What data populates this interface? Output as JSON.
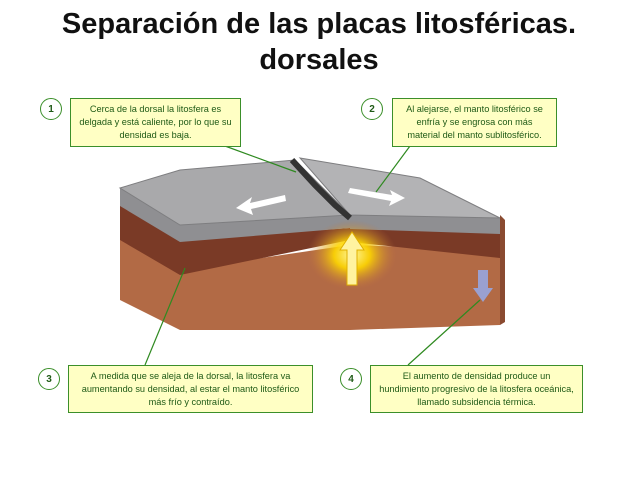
{
  "title": {
    "line1": "Separación de las placas litosféricas.",
    "line2": "dorsales"
  },
  "callouts": [
    {
      "number": "1",
      "text": "Cerca de la dorsal la litosfera es delgada y está caliente, por lo que su densidad es baja."
    },
    {
      "number": "2",
      "text": "Al alejarse, el manto litosférico se enfría y se engrosa con más material del manto sublitosférico."
    },
    {
      "number": "3",
      "text": "A medida que se aleja de la dorsal, la litosfera va aumentando su densidad, al estar el manto litosférico más frío y contraído."
    },
    {
      "number": "4",
      "text": "El aumento de densidad produce un hundimiento progresivo de la litosfera oceánica, llamado  subsidencia térmica."
    }
  ],
  "colors": {
    "callout_border": "#3b8f2a",
    "callout_fill": "#ffffc4",
    "crust": "#a9a9ab",
    "lithosphere": "#7a3a26",
    "mantle": "#b26a45",
    "magma": "#ffd800"
  }
}
